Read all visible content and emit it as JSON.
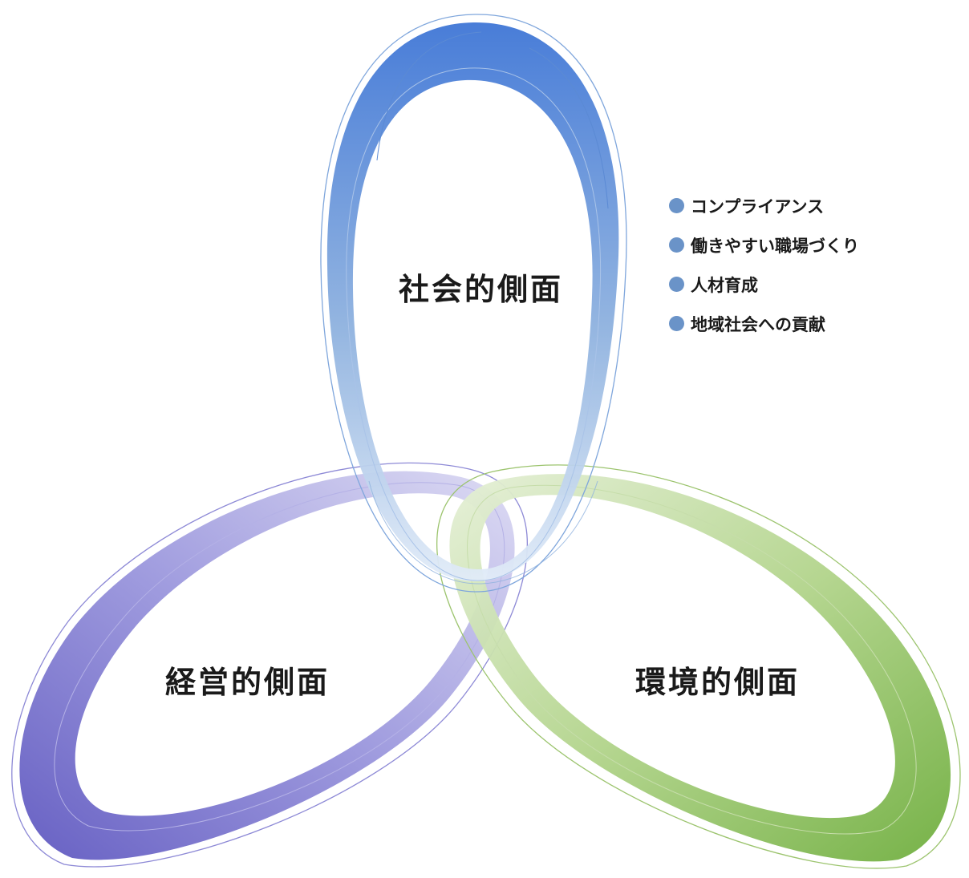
{
  "diagram": {
    "loops": [
      {
        "id": "social",
        "label": "社会的側面",
        "color": "#4a7fd4"
      },
      {
        "id": "management",
        "label": "経営的側面",
        "color": "#6e6ac8"
      },
      {
        "id": "environment",
        "label": "環境的側面",
        "color": "#7fb24a"
      }
    ],
    "legend": {
      "bullet_color": "#6a93c8",
      "items": [
        "コンプライアンス",
        "働きやすい職場づくり",
        "人材育成",
        "地域社会への貢献"
      ]
    }
  }
}
